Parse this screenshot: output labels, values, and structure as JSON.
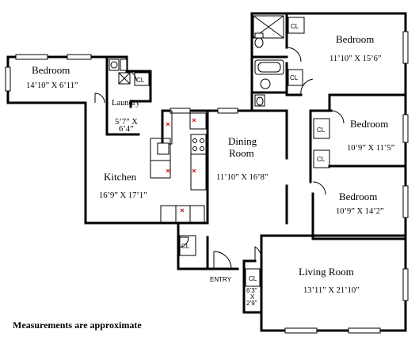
{
  "rooms": {
    "bedroom_left": {
      "name": "Bedroom",
      "dim": "14’10” X 6’11”"
    },
    "laundry": {
      "name": "Laundry",
      "dim_line1": "5’7” X",
      "dim_line2": "6’4”"
    },
    "kitchen": {
      "name": "Kitchen",
      "dim": "16’9” X 17’1”"
    },
    "dining": {
      "name_line1": "Dining",
      "name_line2": "Room",
      "dim": "11’10” X 16’8”"
    },
    "bedroom_top": {
      "name": "Bedroom",
      "dim": "11’10” X 15’6”"
    },
    "bedroom_mid": {
      "name": "Bedroom",
      "dim": "10’9” X 11’5”"
    },
    "bedroom_low": {
      "name": "Bedroom",
      "dim": "10’9” X 14’2”"
    },
    "living": {
      "name": "Living Room",
      "dim": "13’11” X 21’10”"
    },
    "entry_closet": {
      "dim_line1": "6’3”",
      "dim_line2": "X",
      "dim_line3": "2’9”"
    }
  },
  "labels": {
    "closet": "CL",
    "entry": "ENTRY",
    "note": "Measurements are approximate"
  },
  "colors": {
    "walls": "#000000",
    "stove_marks": "#cc0000",
    "background": "#ffffff"
  }
}
